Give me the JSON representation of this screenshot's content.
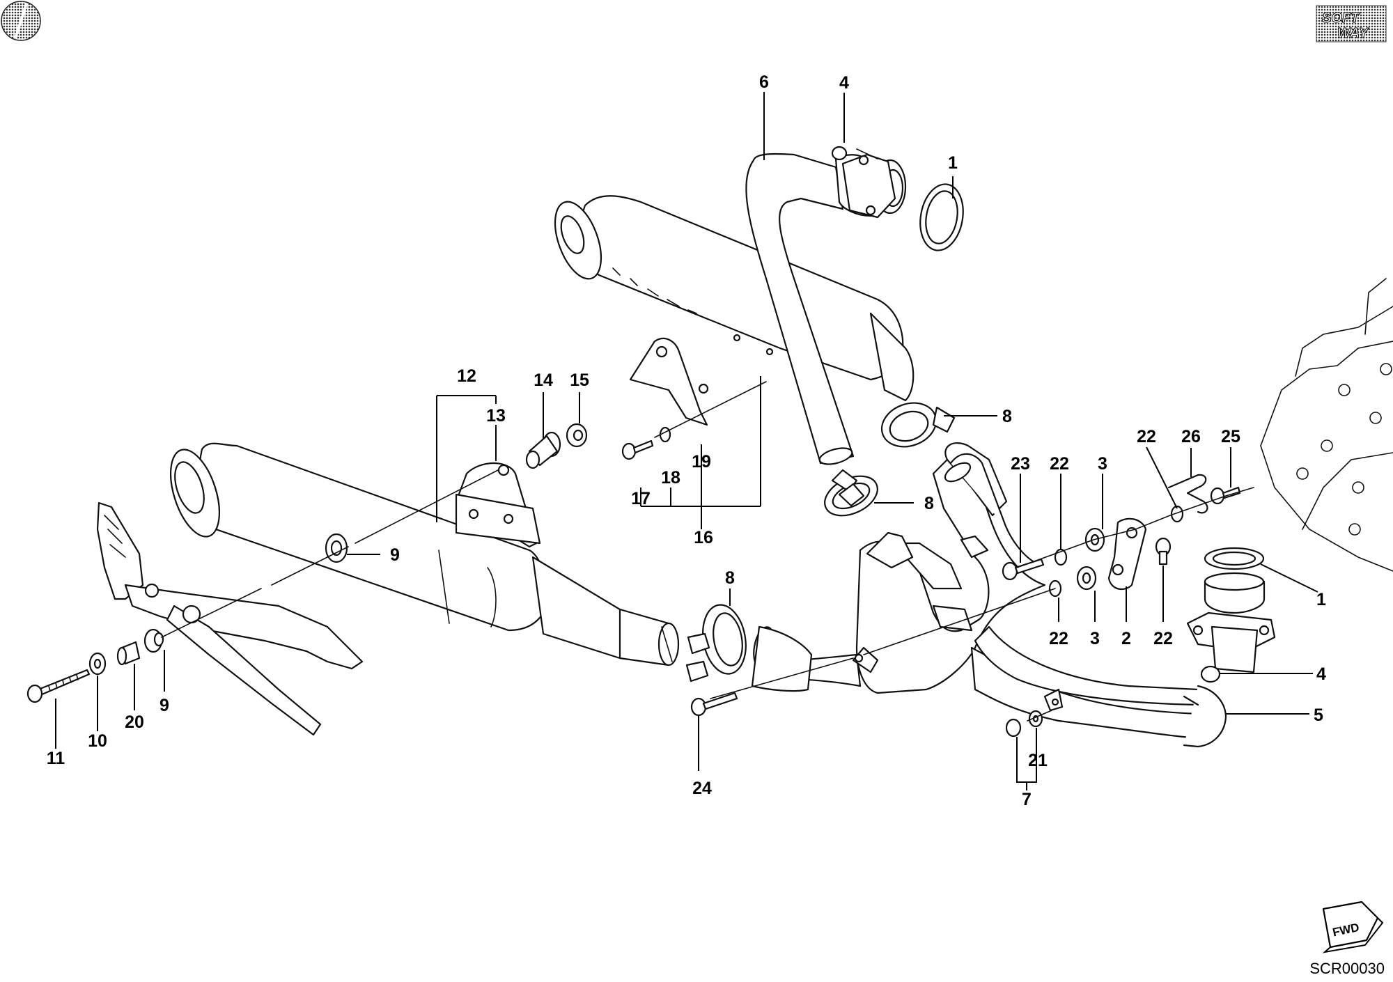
{
  "logo": {
    "line1": "SOFT",
    "line2": "WAY"
  },
  "reference_code": "SCR00030",
  "forward_marker": "FWD",
  "callouts": [
    {
      "id": "c6a",
      "text": "6"
    },
    {
      "id": "c4a",
      "text": "4"
    },
    {
      "id": "c1a",
      "text": "1"
    },
    {
      "id": "c8a",
      "text": "8"
    },
    {
      "id": "c12",
      "text": "12"
    },
    {
      "id": "c13",
      "text": "13"
    },
    {
      "id": "c14",
      "text": "14"
    },
    {
      "id": "c15",
      "text": "15"
    },
    {
      "id": "c17",
      "text": "17"
    },
    {
      "id": "c18",
      "text": "18"
    },
    {
      "id": "c19",
      "text": "19"
    },
    {
      "id": "c16",
      "text": "16"
    },
    {
      "id": "c9a",
      "text": "9"
    },
    {
      "id": "c8b",
      "text": "8"
    },
    {
      "id": "c23",
      "text": "23"
    },
    {
      "id": "c22a",
      "text": "22"
    },
    {
      "id": "c3a",
      "text": "3"
    },
    {
      "id": "c22b",
      "text": "22"
    },
    {
      "id": "c26",
      "text": "26"
    },
    {
      "id": "c25",
      "text": "25"
    },
    {
      "id": "c8c",
      "text": "8"
    },
    {
      "id": "c1b",
      "text": "1"
    },
    {
      "id": "c22c",
      "text": "22"
    },
    {
      "id": "c3b",
      "text": "3"
    },
    {
      "id": "c2",
      "text": "2"
    },
    {
      "id": "c22d",
      "text": "22"
    },
    {
      "id": "c4b",
      "text": "4"
    },
    {
      "id": "c5",
      "text": "5"
    },
    {
      "id": "c11",
      "text": "11"
    },
    {
      "id": "c10",
      "text": "10"
    },
    {
      "id": "c20",
      "text": "20"
    },
    {
      "id": "c9b",
      "text": "9"
    },
    {
      "id": "c24",
      "text": "24"
    },
    {
      "id": "c21",
      "text": "21"
    },
    {
      "id": "c7",
      "text": "7"
    }
  ]
}
